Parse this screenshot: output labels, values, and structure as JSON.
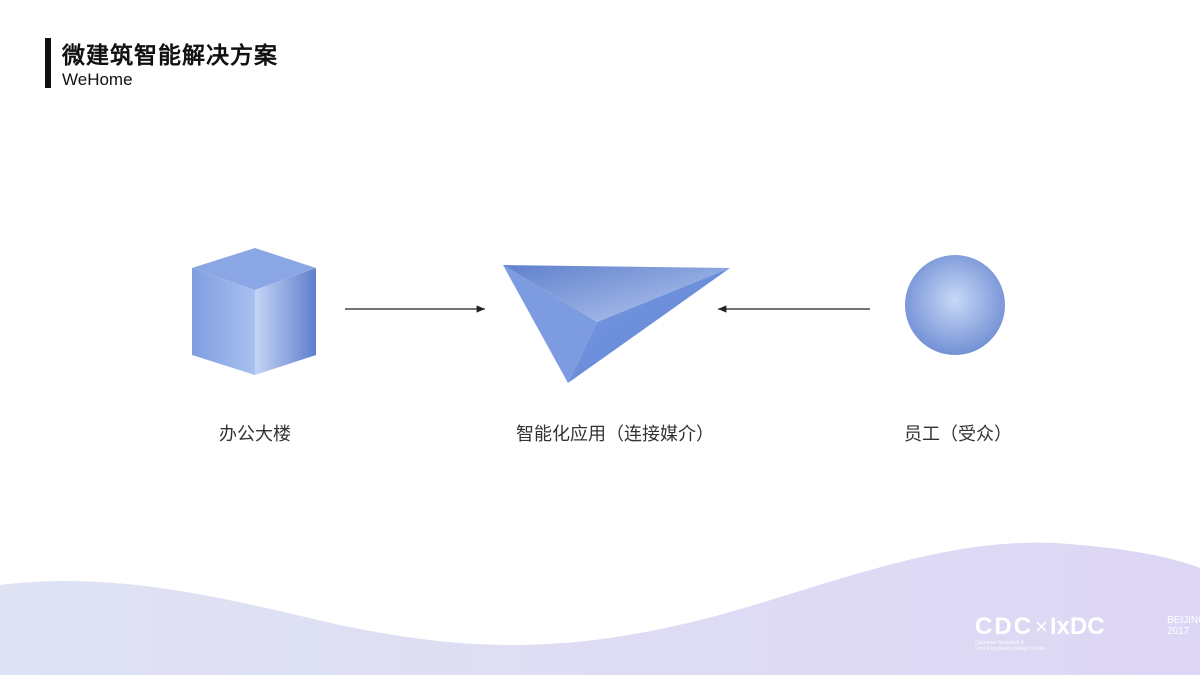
{
  "header": {
    "title": "微建筑智能解决方案",
    "subtitle": "WeHome"
  },
  "diagram": {
    "nodes": [
      {
        "shape": "cube",
        "label": "办公大楼"
      },
      {
        "shape": "inverted-pyramid",
        "label": "智能化应用（连接媒介）"
      },
      {
        "shape": "sphere",
        "label": "员工（受众）"
      }
    ],
    "edges": [
      {
        "from": "办公大楼",
        "to": "智能化应用（连接媒介）"
      },
      {
        "from": "员工（受众）",
        "to": "智能化应用（连接媒介）"
      }
    ]
  },
  "logo": {
    "cdc": "CDC",
    "times": "×",
    "ixdc": "IxDC",
    "city": "BEIJING",
    "year": "2017",
    "cdc_full_1": "Customer Research &",
    "cdc_full_2": "User Experience Design Center"
  },
  "colors": {
    "shape_blue": "#6f8fd6",
    "wave": "#dcdcf2"
  }
}
